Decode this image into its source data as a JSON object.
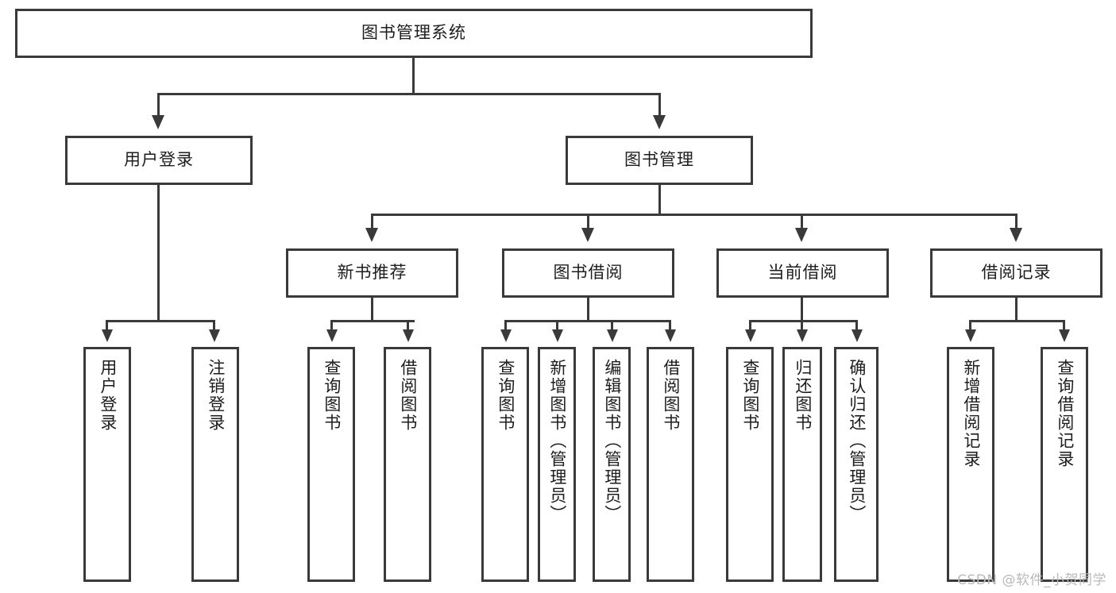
{
  "diagram": {
    "type": "hierarchy-tree",
    "title": "图书管理系统",
    "watermark": "CSDN @软件_小贺同学",
    "colors": {
      "background": "#ffffff",
      "border": "#3a3a3a",
      "text": "#1d1d1d",
      "watermark": "#b9b9b9"
    },
    "root": {
      "label": "图书管理系统"
    },
    "level2": [
      {
        "label": "用户登录"
      },
      {
        "label": "图书管理"
      }
    ],
    "level3": [
      {
        "label": "新书推荐"
      },
      {
        "label": "图书借阅"
      },
      {
        "label": "当前借阅"
      },
      {
        "label": "借阅记录"
      }
    ],
    "leaves": {
      "user_login": [
        {
          "label": "用户登录"
        },
        {
          "label": "注销登录"
        }
      ],
      "new_book": [
        {
          "label": "查询图书"
        },
        {
          "label": "借阅图书"
        }
      ],
      "book_borrow": [
        {
          "label": "查询图书"
        },
        {
          "label": "新增图书（管理员）"
        },
        {
          "label": "编辑图书（管理员）"
        },
        {
          "label": "借阅图书"
        }
      ],
      "current_borrow": [
        {
          "label": "查询图书"
        },
        {
          "label": "归还图书"
        },
        {
          "label": "确认归还（管理员）"
        }
      ],
      "borrow_record": [
        {
          "label": "新增借阅记录"
        },
        {
          "label": "查询借阅记录"
        }
      ]
    }
  }
}
